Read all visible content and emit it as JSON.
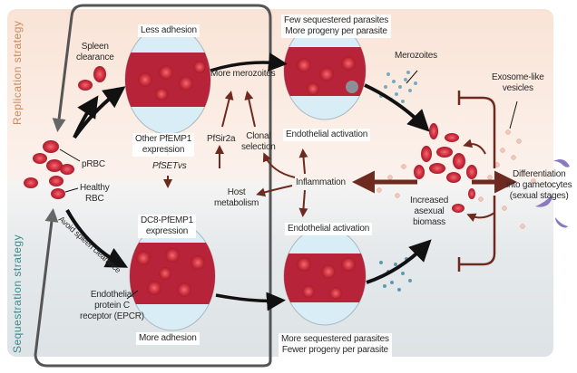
{
  "side_labels": {
    "top": "Replication strategy",
    "bottom": "Sequestration strategy"
  },
  "colors": {
    "replication_bg": "#f9e3d6",
    "sequestration_bg": "#e5e9eb",
    "replication_text": "#c98a5c",
    "sequestration_text": "#3a8a8e",
    "rbc": "#c8283a",
    "vessel": "#b52a3e",
    "brown_arrow": "#6e2a1f",
    "black_arrow": "#111111",
    "merozoite": "#6fa3b5",
    "gametocyte": "#8a78c0",
    "frame": "#555555"
  },
  "left": {
    "spleen_clearance": "Spleen\nclearance",
    "prbc": "pRBC",
    "healthy_rbc": "Healthy\nRBC",
    "avoid_spleen": "Avoid spleen clearance",
    "epcr": "Endothelial\nprotein C\nreceptor (EPCR)"
  },
  "top_row": {
    "vessel1_top": "Less adhesion",
    "vessel1_bottom": "Other PfEMP1\nexpression",
    "more_merozoites": "More merozoites",
    "vessel2_top": "Few sequestered parasites\nMore progeny per parasite",
    "vessel2_bottom": "Endothelial activation",
    "merozoites": "Merozoites"
  },
  "middle": {
    "pfsetvs": "PfSETvs",
    "pfsir2a": "PfSir2a",
    "clonal_selection": "Clonal\nselection",
    "host_metabolism": "Host\nmetabolism",
    "inflammation": "Inflammation",
    "increased_biomass": "Increased\nasexual\nbiomass",
    "exosome": "Exosome-like\nvesicles",
    "differentiation": "Differentiation\ninto gametocytes\n(sexual stages)"
  },
  "bottom_row": {
    "vessel3_top": "DC8-PfEMP1\nexpression",
    "vessel3_bottom": "More adhesion",
    "vessel4_top": "Endothelial activation",
    "vessel4_bottom": "More sequestered parasites\nFewer progeny per parasite"
  }
}
